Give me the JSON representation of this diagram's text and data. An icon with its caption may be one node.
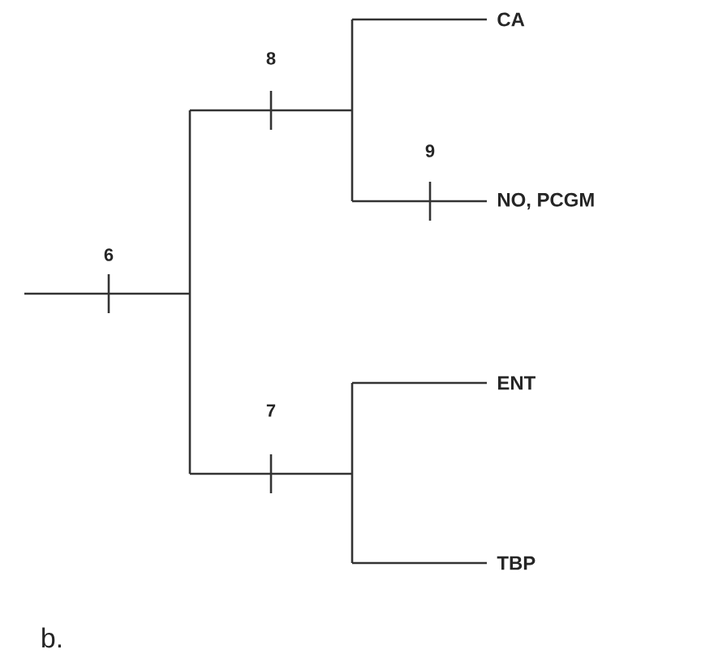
{
  "diagram": {
    "labels": [
      "8",
      "CA",
      "9",
      "NO, PCGM",
      "6",
      "ENT",
      "7",
      "TBP",
      "b."
    ]
  }
}
